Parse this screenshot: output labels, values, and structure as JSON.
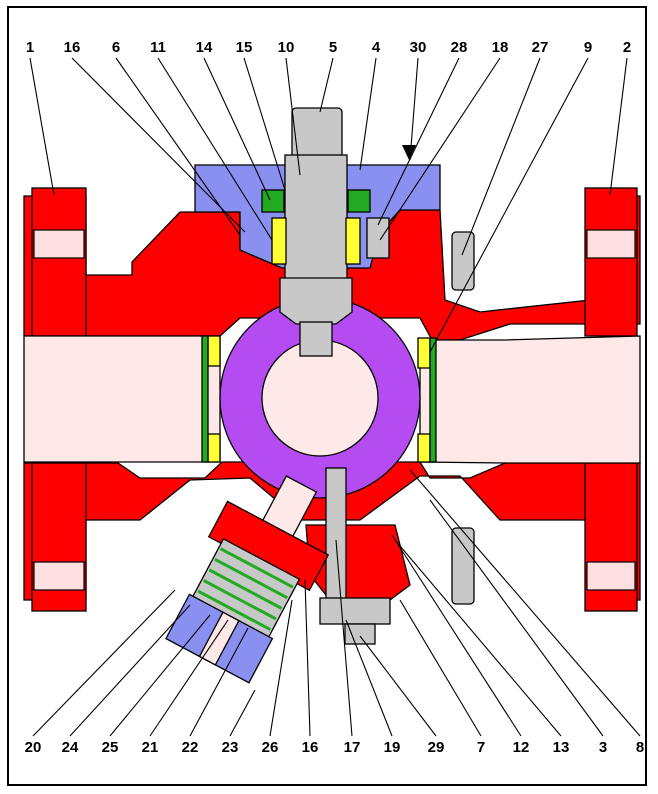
{
  "colors": {
    "body": "#ff0000",
    "ball": "#b44cf2",
    "bonnet": "#8a90f0",
    "stem": "#c8c8c8",
    "seat": "#ffff33",
    "spring": "#22aa22",
    "bore": "#ffe8e8",
    "outline": "#000000"
  },
  "labels_top": [
    "1",
    "16",
    "6",
    "11",
    "14",
    "15",
    "10",
    "5",
    "4",
    "30",
    "28",
    "18",
    "27",
    "9",
    "2"
  ],
  "labels_bottom": [
    "20",
    "24",
    "25",
    "21",
    "22",
    "23",
    "26",
    "16",
    "17",
    "19",
    "29",
    "7",
    "12",
    "13",
    "3",
    "8"
  ]
}
